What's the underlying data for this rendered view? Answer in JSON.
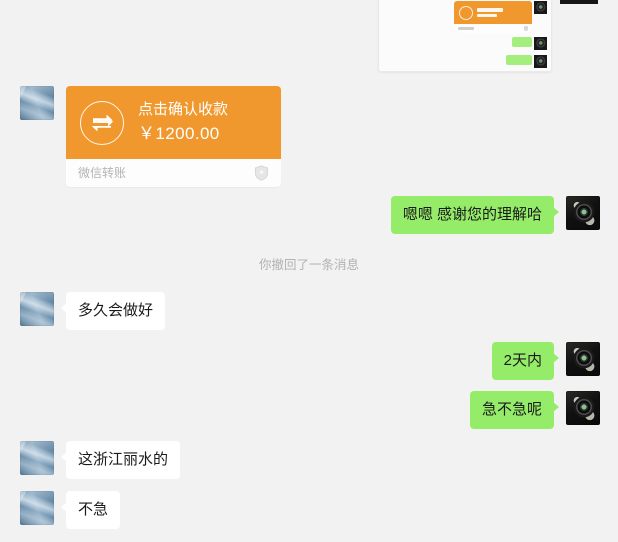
{
  "app": {
    "name": "WeChat Chat",
    "background_color": "#f2f2f2",
    "bubble_incoming_color": "#ffffff",
    "bubble_outgoing_color": "#95ec69",
    "transfer_card_color": "#f0982d"
  },
  "nested_screenshot": {
    "description": "blurred smaller screenshot of a similar chat pasted as an image message",
    "transfer_card": {
      "visible": true,
      "color": "#f0982d"
    },
    "green_bubbles": [
      {
        "text": ""
      },
      {
        "text": ""
      }
    ]
  },
  "messages": [
    {
      "id": "msg-transfer",
      "side": "incoming",
      "type": "transfer-card",
      "avatar": "photo-blue",
      "transfer": {
        "title": "点击确认收款",
        "amount": "￥1200.00",
        "footer_label": "微信转账",
        "icon_name": "transfer-arrows-icon",
        "shield_icon_name": "shield-icon"
      }
    },
    {
      "id": "msg-thanks",
      "side": "outgoing",
      "type": "text",
      "avatar": "photo-camera",
      "text": "嗯嗯 感谢您的理解哈"
    },
    {
      "id": "msg-recall",
      "side": "system",
      "type": "notice",
      "text": "你撤回了一条消息"
    },
    {
      "id": "msg-howlong",
      "side": "incoming",
      "type": "text",
      "avatar": "photo-blue",
      "text": "多久会做好"
    },
    {
      "id": "msg-twodays",
      "side": "outgoing",
      "type": "text",
      "avatar": "photo-camera",
      "text": "2天内"
    },
    {
      "id": "msg-urgent",
      "side": "outgoing",
      "type": "text",
      "avatar": "photo-camera",
      "text": "急不急呢"
    },
    {
      "id": "msg-lishui",
      "side": "incoming",
      "type": "text",
      "avatar": "photo-blue",
      "text": "这浙江丽水的"
    },
    {
      "id": "msg-notrush",
      "side": "incoming",
      "type": "text",
      "avatar": "photo-blue",
      "text": "不急"
    }
  ]
}
